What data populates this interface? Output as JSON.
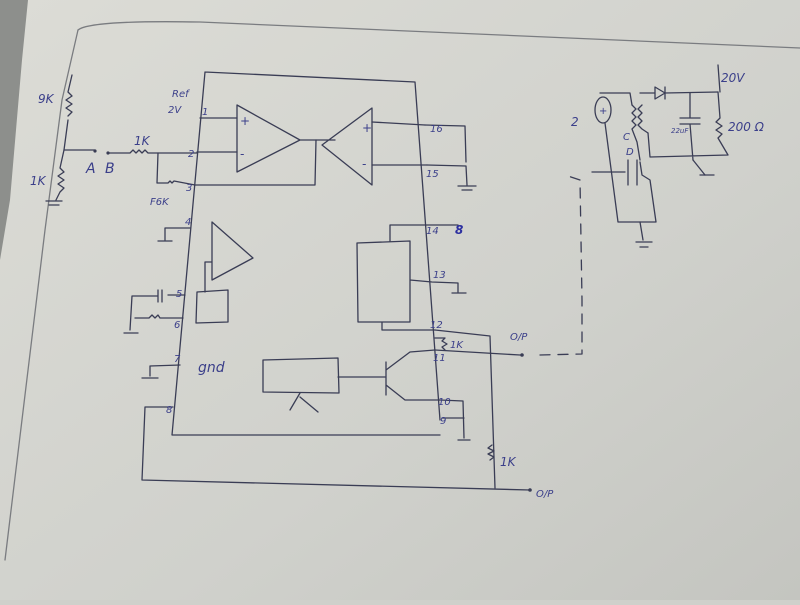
{
  "diagram": {
    "input_section": {
      "top_resistor": "9K",
      "bottom_resistor": "1K",
      "node_a": "A",
      "node_b": "B",
      "series_resistor": "1K",
      "feedback_resistor": "F6K",
      "ref_label": "Ref",
      "ref_voltage": "2V"
    },
    "chip": {
      "left_pins": [
        "1",
        "2",
        "3",
        "4",
        "5",
        "6",
        "7",
        "8"
      ],
      "right_pins": [
        "16",
        "15",
        "14",
        "13",
        "12",
        "11",
        "10",
        "9"
      ],
      "pin7_label": "gnd",
      "opamp_plus": "+",
      "opamp_minus": "-",
      "pin14_mark": "8"
    },
    "outputs": {
      "out_resistor_top": "1K",
      "out_label_top": "O/P",
      "out_resistor_bottom": "1K",
      "out_label_bottom": "O/P"
    },
    "converter": {
      "supply": "20V",
      "load": "200 Ω",
      "capacitor": "22uF",
      "source_label": "2",
      "source_symbol": "+",
      "node_c": "C",
      "node_d": "D"
    }
  }
}
